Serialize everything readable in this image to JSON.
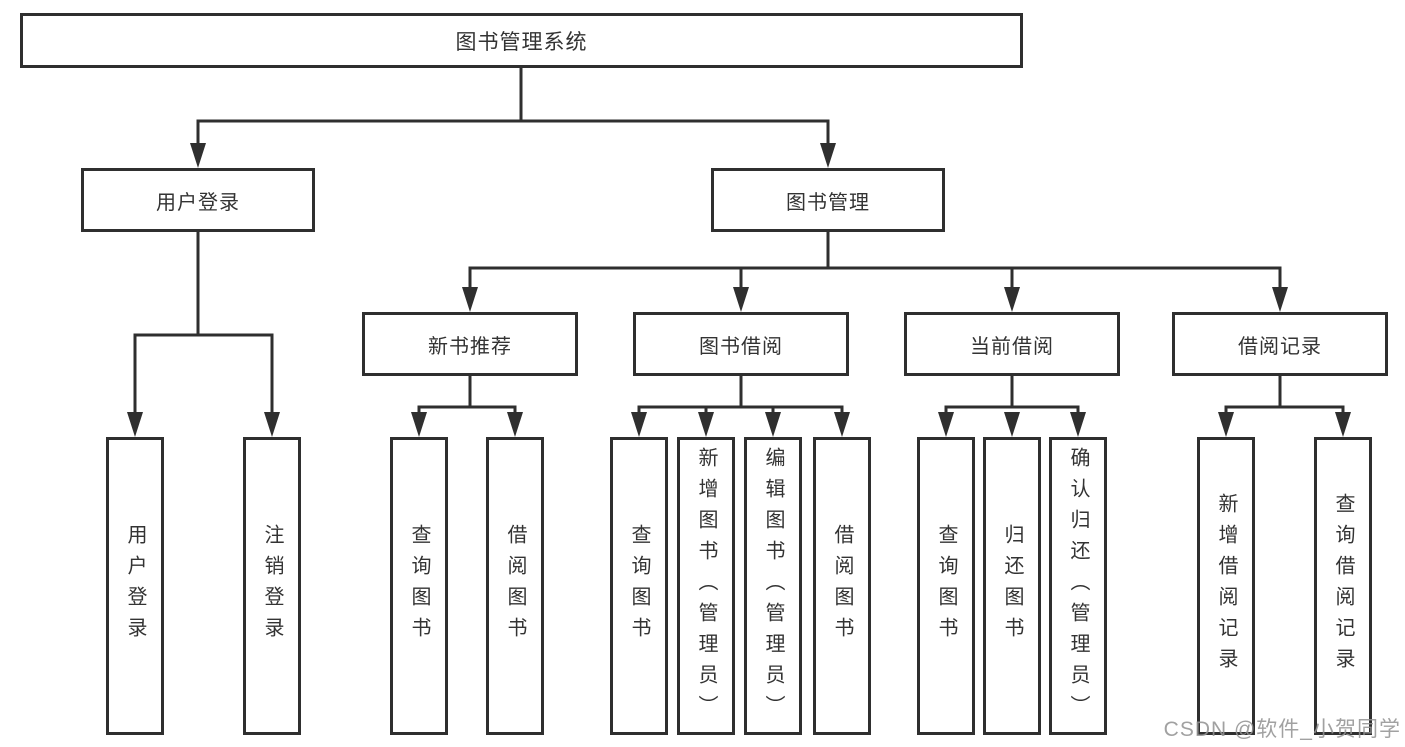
{
  "diagram": {
    "tree": {
      "label": "图书管理系统",
      "children": [
        {
          "label": "用户登录",
          "children": [
            {
              "label": "用户登录"
            },
            {
              "label": "注销登录"
            }
          ]
        },
        {
          "label": "图书管理",
          "children": [
            {
              "label": "新书推荐",
              "children": [
                {
                  "label": "查询图书"
                },
                {
                  "label": "借阅图书"
                }
              ]
            },
            {
              "label": "图书借阅",
              "children": [
                {
                  "label": "查询图书"
                },
                {
                  "label": "新增图书（管理员）"
                },
                {
                  "label": "编辑图书（管理员）"
                },
                {
                  "label": "借阅图书"
                }
              ]
            },
            {
              "label": "当前借阅",
              "children": [
                {
                  "label": "查询图书"
                },
                {
                  "label": "归还图书"
                },
                {
                  "label": "确认归还（管理员）"
                }
              ]
            },
            {
              "label": "借阅记录",
              "children": [
                {
                  "label": "新增借阅记录"
                },
                {
                  "label": "查询借阅记录"
                }
              ]
            }
          ]
        }
      ]
    },
    "colors": {
      "line": "#2f2f2f",
      "text": "#333333",
      "background": "#ffffff",
      "watermark": "#949494"
    }
  },
  "watermark": {
    "text": "CSDN @软件_小贺同学"
  }
}
